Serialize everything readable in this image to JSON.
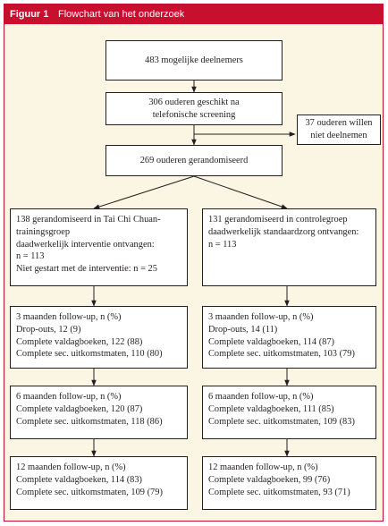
{
  "figure": {
    "label": "Figuur 1",
    "title": "Flowchart van het onderzoek"
  },
  "nodes": {
    "potential": {
      "text": "483 mogelijke deelnemers"
    },
    "eligible": {
      "lines": [
        "306 ouderen geschikt na",
        "telefonische screening"
      ]
    },
    "declined": {
      "lines": [
        "37 ouderen willen",
        "niet deelnemen"
      ]
    },
    "randomized": {
      "text": "269 ouderen gerandomiseerd"
    },
    "tai_chi_group": {
      "lines": [
        "138 gerandomiseerd in Tai Chi Chuan-",
        "trainingsgroep",
        "daadwerkelijk interventie ontvangen:",
        "n = 113",
        "Niet gestart met de interventie: n = 25"
      ]
    },
    "control_group": {
      "lines": [
        "131 gerandomiseerd in controlegroep",
        "daadwerkelijk standaardzorg ontvangen:",
        "n = 113"
      ]
    },
    "tai_chi_3m": {
      "lines": [
        "3 maanden follow-up, n (%)",
        "Drop-outs, 12 (9)",
        "Complete valdagboeken, 122 (88)",
        "Complete sec. uitkomstmaten, 110 (80)"
      ]
    },
    "control_3m": {
      "lines": [
        "3 maanden follow-up, n (%)",
        "Drop-outs, 14 (11)",
        "Complete valdagboeken, 114 (87)",
        "Complete sec. uitkomstmaten, 103 (79)"
      ]
    },
    "tai_chi_6m": {
      "lines": [
        "6 maanden follow-up, n (%)",
        "Complete valdagboeken, 120 (87)",
        "Complete sec. uitkomstmaten, 118 (86)"
      ]
    },
    "control_6m": {
      "lines": [
        "6 maanden follow-up, n (%)",
        "Complete valdagboeken, 111 (85)",
        "Complete sec. uitkomstmaten, 109 (83)"
      ]
    },
    "tai_chi_12m": {
      "lines": [
        "12 maanden follow-up, n (%)",
        "Complete valdagboeken, 114 (83)",
        "Complete sec. uitkomstmaten, 109 (79)"
      ]
    },
    "control_12m": {
      "lines": [
        "12 maanden follow-up, n (%)",
        "Complete valdagboeken, 99 (76)",
        "Complete sec. uitkomstmaten, 93 (71)"
      ]
    }
  }
}
